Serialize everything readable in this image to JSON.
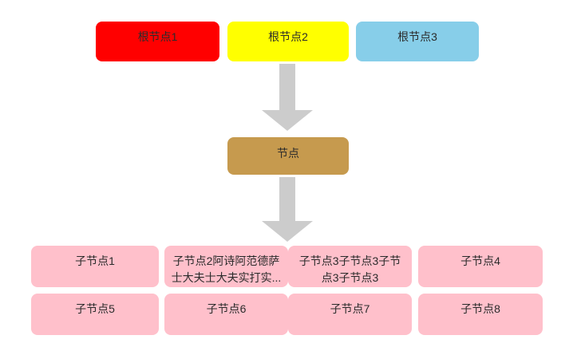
{
  "diagram": {
    "colors": {
      "root_1": "#ff0000",
      "root_2": "#ffff00",
      "root_3": "#87cee9",
      "mid": "#c69a4e",
      "child": "#ffc0cb",
      "arrow": "#cccccc",
      "background": "#ffffff",
      "text": "#2b2b2b"
    },
    "root_nodes": [
      {
        "label": "根节点1"
      },
      {
        "label": "根节点2"
      },
      {
        "label": "根节点3"
      }
    ],
    "mid_node": {
      "label": "节点"
    },
    "arrows": [
      {
        "name": "arrow-root-to-mid",
        "direction": "down"
      },
      {
        "name": "arrow-mid-to-children",
        "direction": "down"
      }
    ],
    "child_nodes": [
      {
        "label": "子节点1"
      },
      {
        "label": "子节点2阿诗阿范德萨士大夫士大夫实打实..."
      },
      {
        "label": "子节点3子节点3子节点3子节点3"
      },
      {
        "label": "子节点4"
      },
      {
        "label": "子节点5"
      },
      {
        "label": "子节点6"
      },
      {
        "label": "子节点7"
      },
      {
        "label": "子节点8"
      }
    ]
  }
}
